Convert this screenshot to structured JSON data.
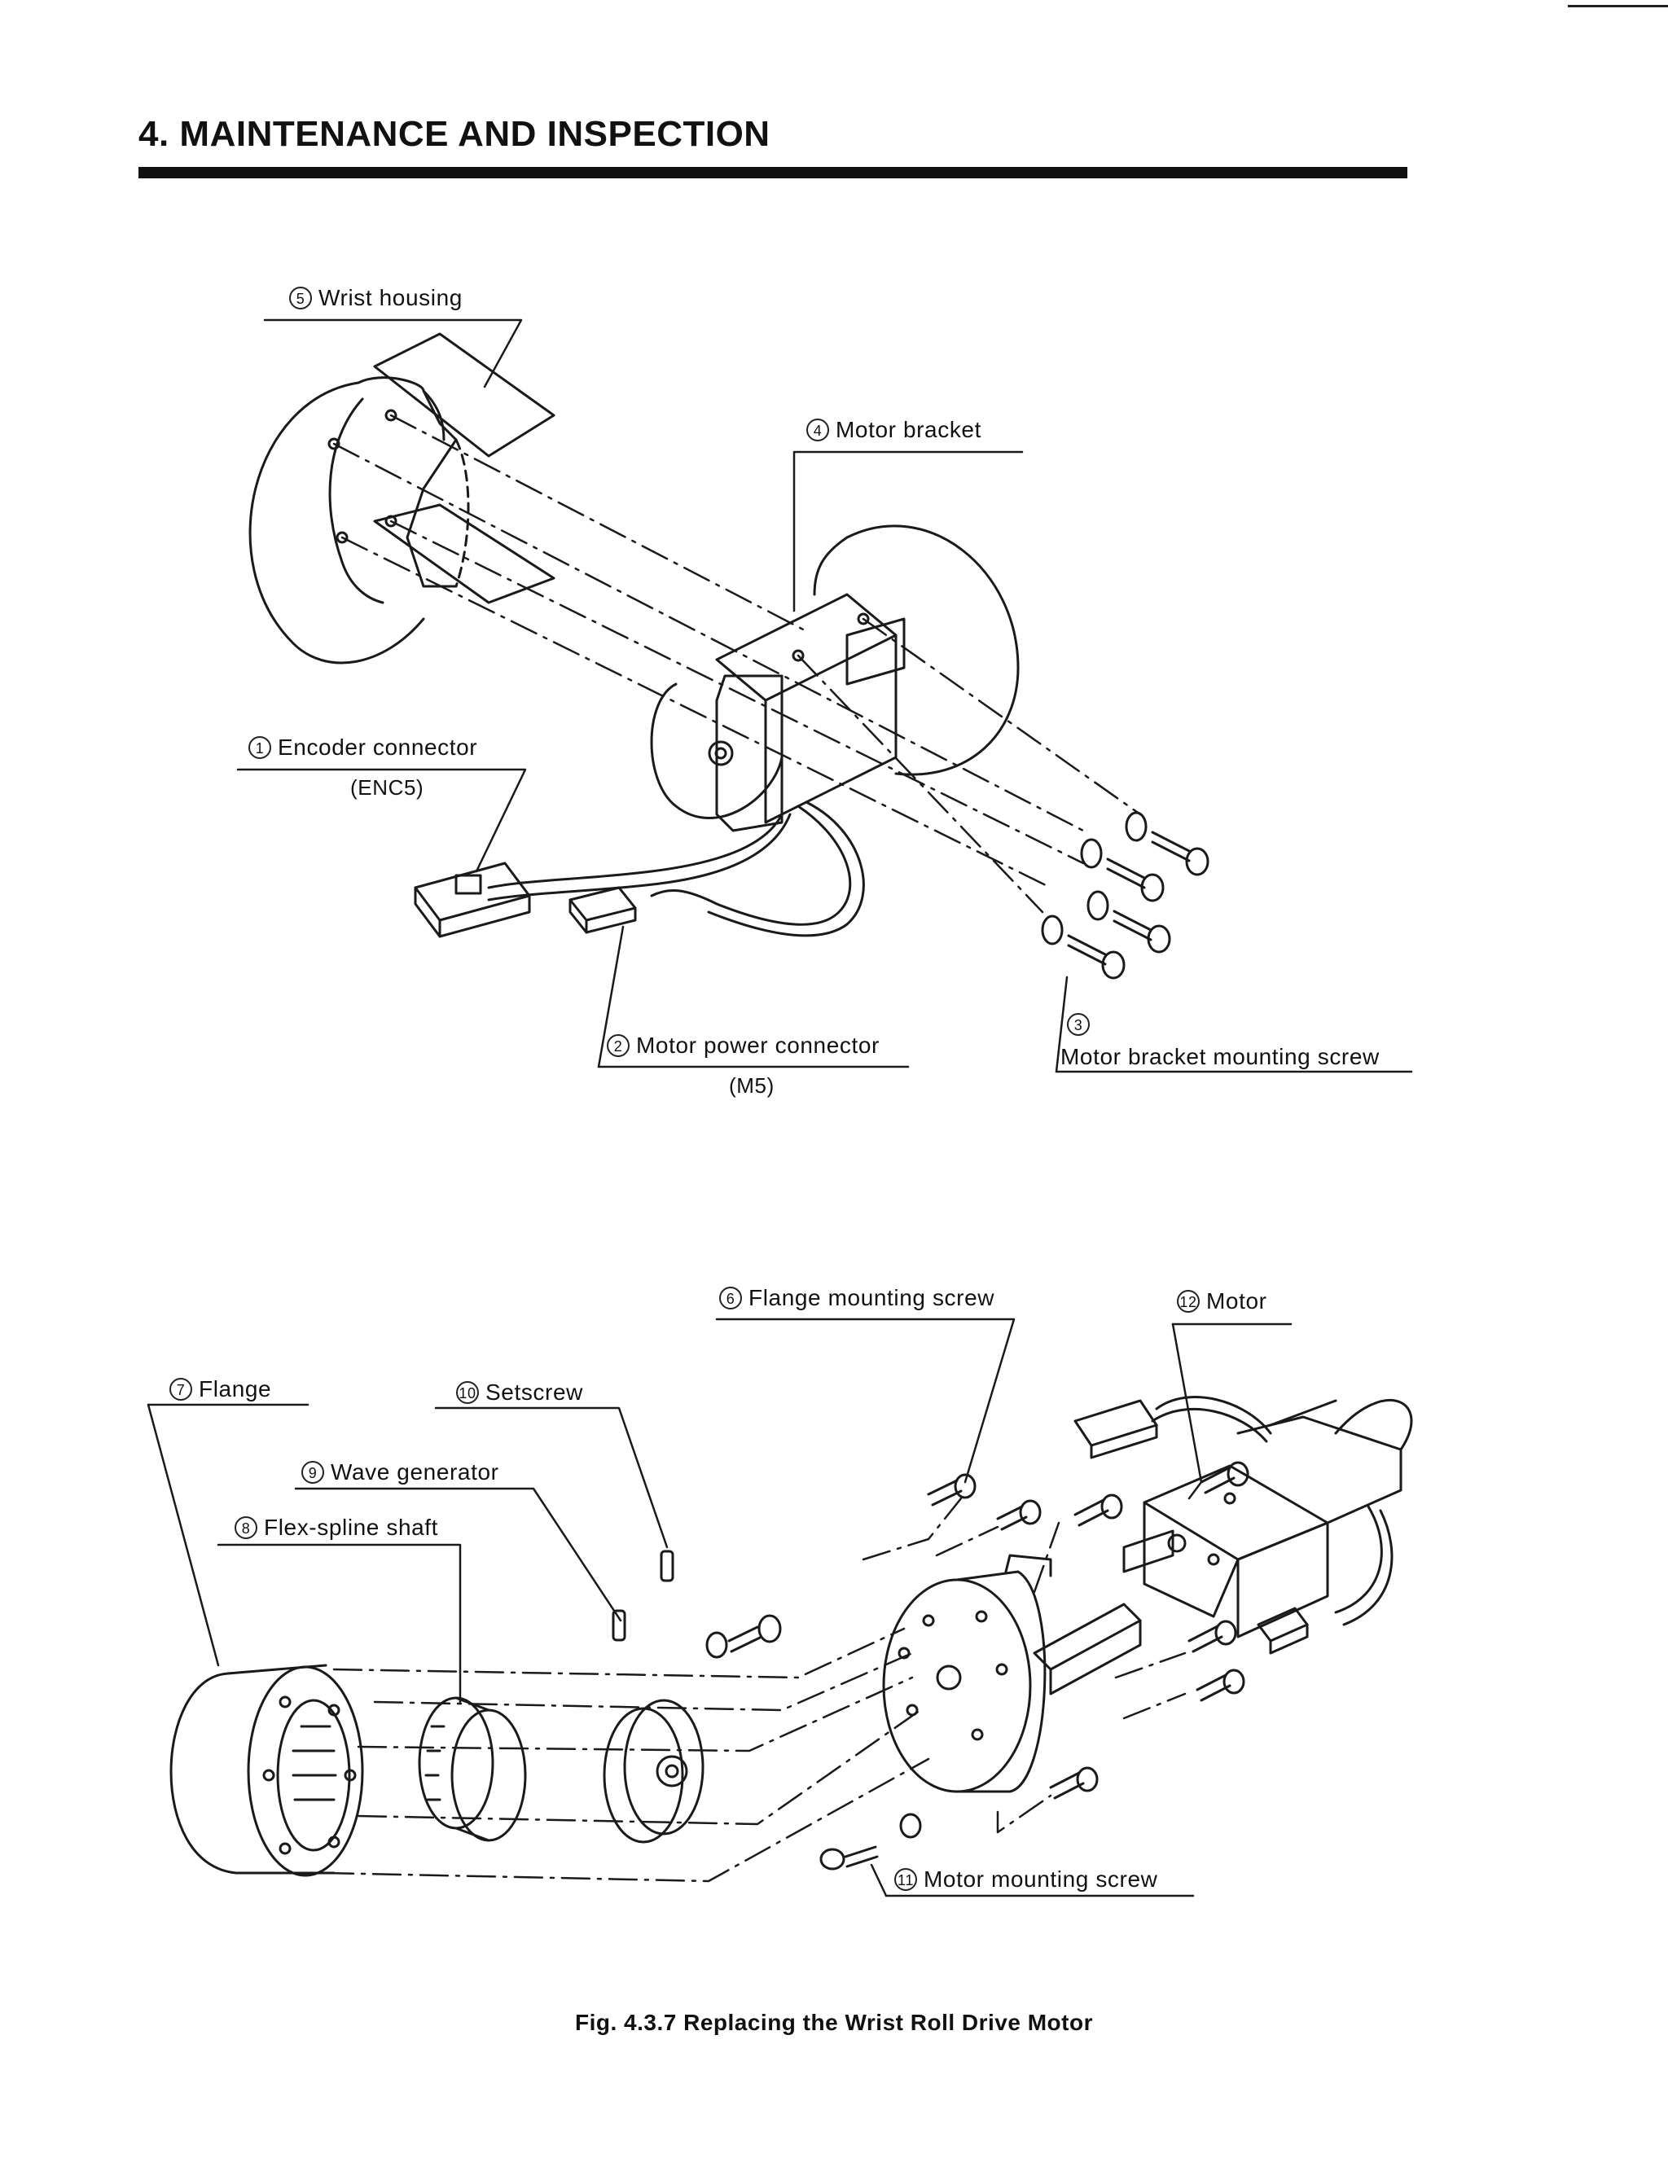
{
  "header": {
    "title": "4. MAINTENANCE AND INSPECTION"
  },
  "figure_top": {
    "labels": {
      "wrist_housing": {
        "num": "5",
        "text": "Wrist housing"
      },
      "motor_bracket": {
        "num": "4",
        "text": "Motor bracket"
      },
      "encoder_connector": {
        "num": "1",
        "text": "Encoder connector",
        "sub": "(ENC5)"
      },
      "motor_power_connector": {
        "num": "2",
        "text": "Motor power connector",
        "sub": "(M5)"
      },
      "motor_bracket_mounting_screw": {
        "num": "3",
        "text": "Motor bracket mounting screw"
      }
    }
  },
  "figure_bottom": {
    "labels": {
      "flange_mounting_screw": {
        "num": "6",
        "text": "Flange mounting screw"
      },
      "motor": {
        "num": "12",
        "text": "Motor"
      },
      "flange": {
        "num": "7",
        "text": "Flange"
      },
      "setscrew": {
        "num": "10",
        "text": "Setscrew"
      },
      "wave_generator": {
        "num": "9",
        "text": "Wave generator"
      },
      "flex_spline_shaft": {
        "num": "8",
        "text": "Flex-spline shaft"
      },
      "motor_mounting_screw": {
        "num": "11",
        "text": "Motor mounting screw"
      }
    }
  },
  "caption": "Fig. 4.3.7 Replacing the Wrist Roll Drive Motor"
}
